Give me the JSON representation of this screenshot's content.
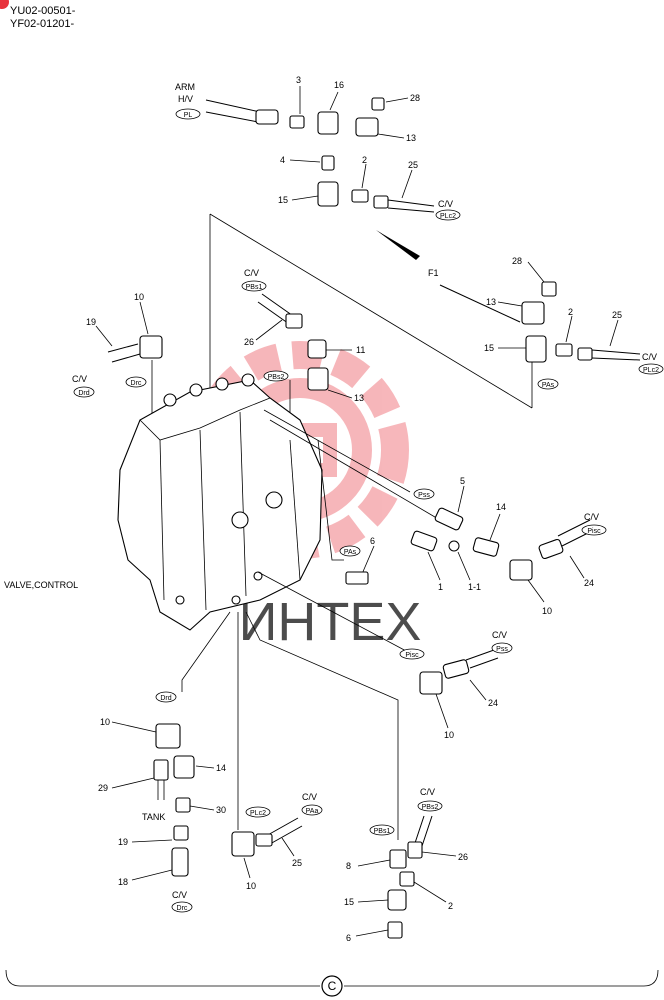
{
  "header": {
    "serial_1": "YU02-00501-",
    "serial_2": "YF02-01201-"
  },
  "watermark": {
    "text": "ИНТЕХ",
    "color": "#e8323c"
  },
  "main_label": "VALVE,CONTROL",
  "group_label": "F1",
  "footer_symbol": "C",
  "labels": {
    "arm": "ARM",
    "hv": "H/V",
    "cv": "C/V",
    "tank": "TANK"
  },
  "tags": {
    "pl": "PL",
    "plc2": "PLc2",
    "pbs1": "PBs1",
    "pbs2": "PBs2",
    "drc": "Drc",
    "drd": "Drd",
    "pas": "PAs",
    "pss": "Pss",
    "pisc": "Pisc",
    "paa": "PAa"
  },
  "callouts": [
    "3",
    "16",
    "28",
    "13",
    "4",
    "2",
    "25",
    "15",
    "28",
    "13",
    "2",
    "25",
    "15",
    "10",
    "19",
    "26",
    "11",
    "13",
    "5",
    "14",
    "6",
    "1",
    "1-1",
    "10",
    "24",
    "10",
    "24",
    "10",
    "14",
    "29",
    "30",
    "19",
    "18",
    "25",
    "10",
    "8",
    "26",
    "15",
    "2",
    "6"
  ]
}
